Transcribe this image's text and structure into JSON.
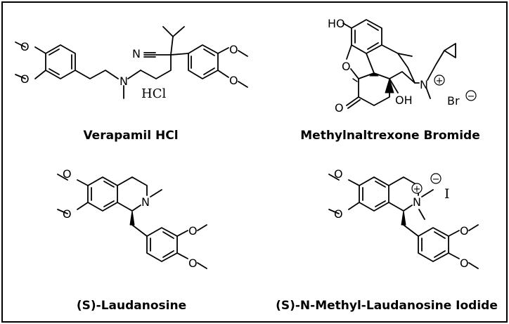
{
  "compounds": [
    {
      "id": "verapamil",
      "caption": "Verapamil HCl",
      "labels": {
        "o1": "O",
        "o2": "O",
        "n": "N",
        "cn": "N",
        "salt": "HCl",
        "o3": "O",
        "o4": "O"
      }
    },
    {
      "id": "methylnaltrexone",
      "caption": "Methylnaltrexone Bromide",
      "labels": {
        "ho": "HO",
        "o_ring": "O",
        "n": "N",
        "oh": "OH",
        "ketone": "O",
        "plus": "+",
        "counter": "Br",
        "minus": "−"
      }
    },
    {
      "id": "laudanosine",
      "caption": "(S)-Laudanosine",
      "labels": {
        "o1": "O",
        "o2": "O",
        "n": "N",
        "o3": "O",
        "o4": "O"
      }
    },
    {
      "id": "n-methyl-laudanosine",
      "caption": "(S)-N-Methyl-Laudanosine Iodide",
      "labels": {
        "o1": "O",
        "o2": "O",
        "n": "N",
        "plus": "+",
        "minus": "−",
        "counter": "I",
        "o3": "O",
        "o4": "O"
      }
    }
  ]
}
